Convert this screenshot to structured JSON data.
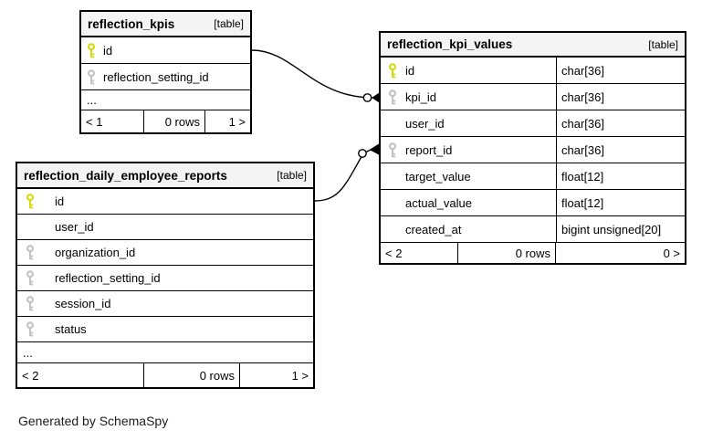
{
  "credit": "Generated by SchemaSpy",
  "colors": {
    "primary_key": "#d6da0a",
    "reference_key": "#c2c2c2",
    "header_bg": "#f4f4f4",
    "border": "#000000",
    "background": "#ffffff"
  },
  "tables": [
    {
      "name": "reflection_kpis",
      "kind": "[table]",
      "columns": [
        {
          "name": "id",
          "key": "primary"
        },
        {
          "name": "reflection_setting_id",
          "key": "reference"
        },
        {
          "name": "..."
        }
      ],
      "footer": {
        "parents": "< 1",
        "rows": "0 rows",
        "children": "1 >"
      }
    },
    {
      "name": "reflection_daily_employee_reports",
      "kind": "[table]",
      "columns": [
        {
          "name": "id",
          "key": "primary"
        },
        {
          "name": "user_id"
        },
        {
          "name": "organization_id",
          "key": "reference"
        },
        {
          "name": "reflection_setting_id",
          "key": "reference"
        },
        {
          "name": "session_id",
          "key": "reference"
        },
        {
          "name": "status",
          "key": "reference"
        },
        {
          "name": "..."
        }
      ],
      "footer": {
        "parents": "< 2",
        "rows": "0 rows",
        "children": "1 >"
      }
    },
    {
      "name": "reflection_kpi_values",
      "kind": "[table]",
      "columns": [
        {
          "name": "id",
          "key": "primary",
          "type": "char[36]"
        },
        {
          "name": "kpi_id",
          "key": "reference",
          "type": "char[36]"
        },
        {
          "name": "user_id",
          "type": "char[36]"
        },
        {
          "name": "report_id",
          "key": "reference",
          "type": "char[36]"
        },
        {
          "name": "target_value",
          "type": "float[12]"
        },
        {
          "name": "actual_value",
          "type": "float[12]"
        },
        {
          "name": "created_at",
          "type": "bigint unsigned[20]"
        }
      ],
      "footer": {
        "parents": "< 2",
        "rows": "0 rows",
        "children": "0 >"
      }
    }
  ],
  "relationships": [
    {
      "from": "reflection_kpis.id",
      "to": "reflection_kpi_values.kpi_id"
    },
    {
      "from": "reflection_daily_employee_reports.id",
      "to": "reflection_kpi_values.report_id"
    }
  ]
}
